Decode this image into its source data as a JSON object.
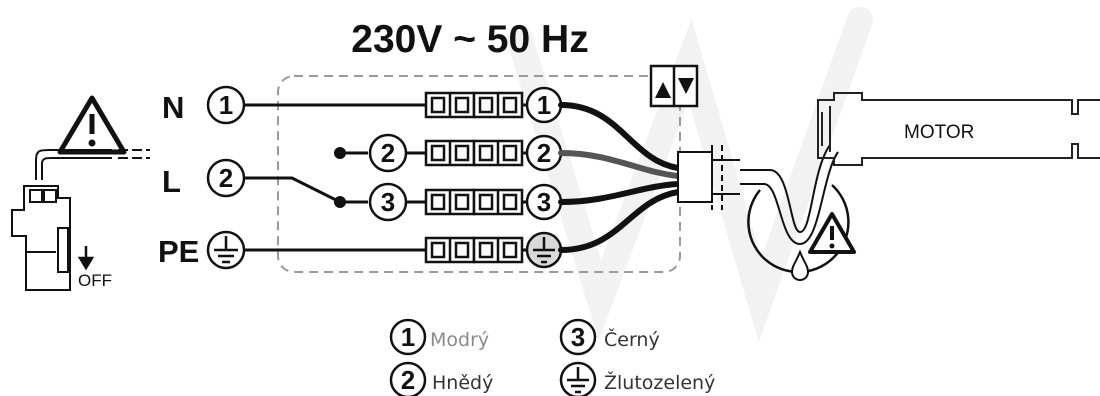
{
  "title": "230V ~ 50 Hz",
  "supply_lines": [
    {
      "label": "N",
      "number": "1"
    },
    {
      "label": "L",
      "number": "2"
    },
    {
      "label": "PE",
      "symbol": "earth-ground"
    }
  ],
  "terminal_numbers": [
    "1",
    "2",
    "3"
  ],
  "switch_icon": "up-down-arrows-icon",
  "breaker": {
    "state_label": "OFF",
    "warning_icon": "warning-triangle-icon"
  },
  "motor": {
    "label": "MOTOR",
    "warning_icon": "warning-triangle-icon",
    "drip_icon": "water-drop-icon"
  },
  "legend": [
    {
      "number": "1",
      "color_name": "Modrý"
    },
    {
      "number": "2",
      "color_name": "Hnědý"
    },
    {
      "number": "3",
      "color_name": "Černý"
    },
    {
      "symbol": "earth-ground",
      "color_name": "Žlutozelený"
    }
  ],
  "colors": {
    "wire": "#111111",
    "box_dash": "#9a9a9a",
    "motor_outline": "#222222"
  }
}
